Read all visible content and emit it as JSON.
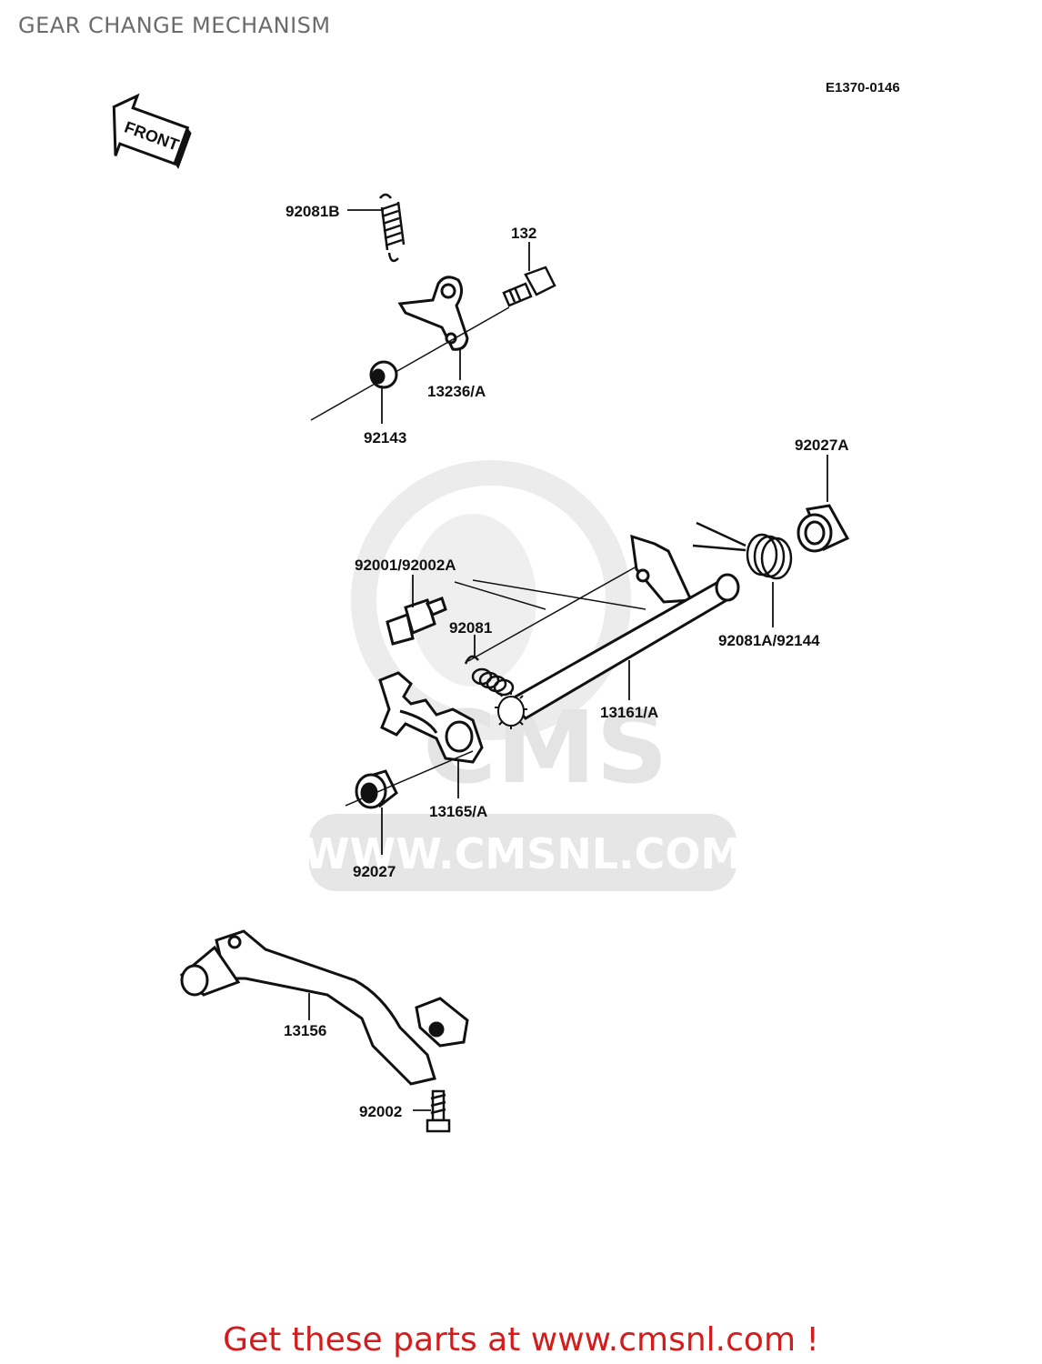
{
  "title": "GEAR CHANGE MECHANISM",
  "diagram_code": "E1370-0146",
  "front_arrow_label": "FRONT",
  "watermark": {
    "brand": "CMS",
    "url": "WWW.CMSNL.COM"
  },
  "parts": [
    {
      "id": "92081B"
    },
    {
      "id": "132"
    },
    {
      "id": "13236/A"
    },
    {
      "id": "92143"
    },
    {
      "id": "92027A"
    },
    {
      "id": "92001/92002A"
    },
    {
      "id": "92081"
    },
    {
      "id": "92081A/92144"
    },
    {
      "id": "13161/A"
    },
    {
      "id": "13165/A"
    },
    {
      "id": "92027"
    },
    {
      "id": "13156"
    },
    {
      "id": "92002"
    }
  ],
  "footer": "Get these parts at www.cmsnl.com !",
  "colors": {
    "footer": "#d41c1c",
    "title": "#6b6b6b",
    "watermark": "#e6e6e6"
  }
}
